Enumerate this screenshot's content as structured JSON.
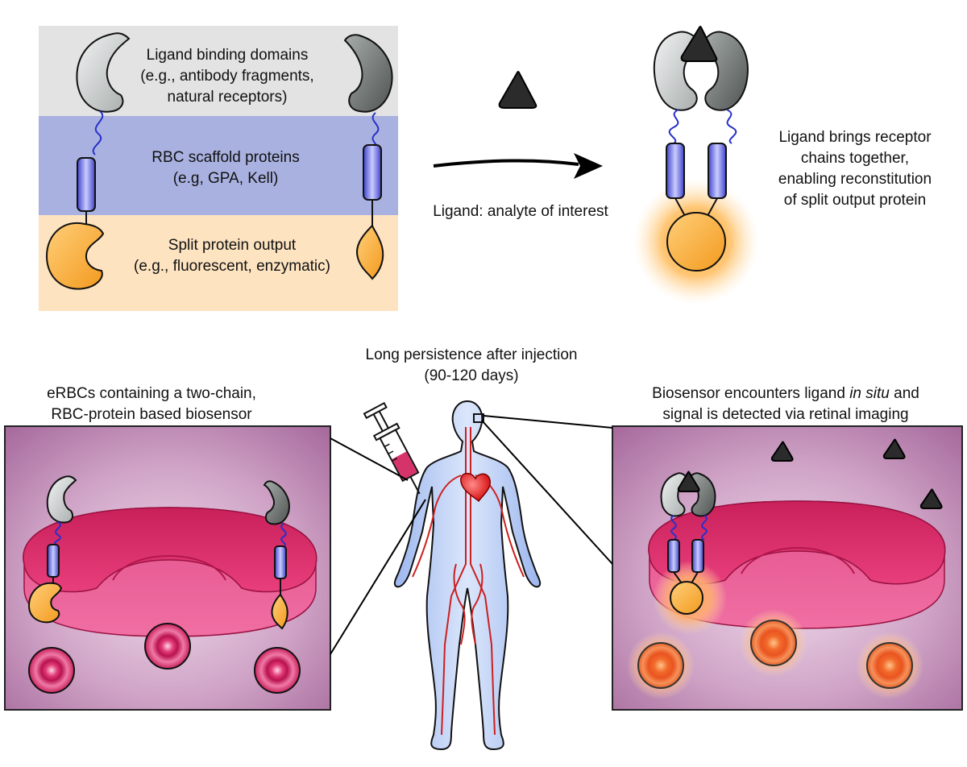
{
  "top_panel": {
    "ligand_binding": {
      "line1": "Ligand binding domains",
      "line2": "(e.g., antibody fragments,",
      "line3": "natural receptors)",
      "band_color": "#e3e3e3"
    },
    "scaffold": {
      "line1": "RBC scaffold proteins",
      "line2": "(e.g, GPA, Kell)",
      "band_color": "#a9b1e0"
    },
    "output": {
      "line1": "Split protein output",
      "line2": "(e.g., fluorescent, enzymatic)",
      "band_color": "#fde3c0"
    }
  },
  "arrow_caption": "Ligand: analyte of interest",
  "reconstitution": {
    "line1": "Ligand brings receptor",
    "line2": "chains together,",
    "line3": "enabling reconstitution",
    "line4": "of split output protein"
  },
  "persistence": {
    "line1": "Long persistence after injection",
    "line2": "(90-120 days)"
  },
  "left_box_caption": {
    "line1": "eRBCs containing a two-chain,",
    "line2": "RBC-protein based biosensor"
  },
  "right_box_caption": {
    "line1_pre": "Biosensor encounters ligand ",
    "line1_em": "in situ",
    "line1_post": " and",
    "line2": "signal is detected via retinal imaging"
  },
  "colors": {
    "ligand": "#2b2b2b",
    "binder_light": "#cfd4d3",
    "binder_dark": "#6f7573",
    "scaffold": "#5b5fdc",
    "output": "#f9a53a",
    "glow": "#ffb347",
    "rbc": "#d6336b",
    "vessel": "#cc1f1f",
    "body": "#b9cdf5",
    "tissue": "#b67ea6"
  },
  "icons": [
    "ligand-triangle-icon",
    "syringe-icon",
    "heart-icon",
    "human-body-icon",
    "red-blood-cell-icon",
    "eye-icon"
  ]
}
